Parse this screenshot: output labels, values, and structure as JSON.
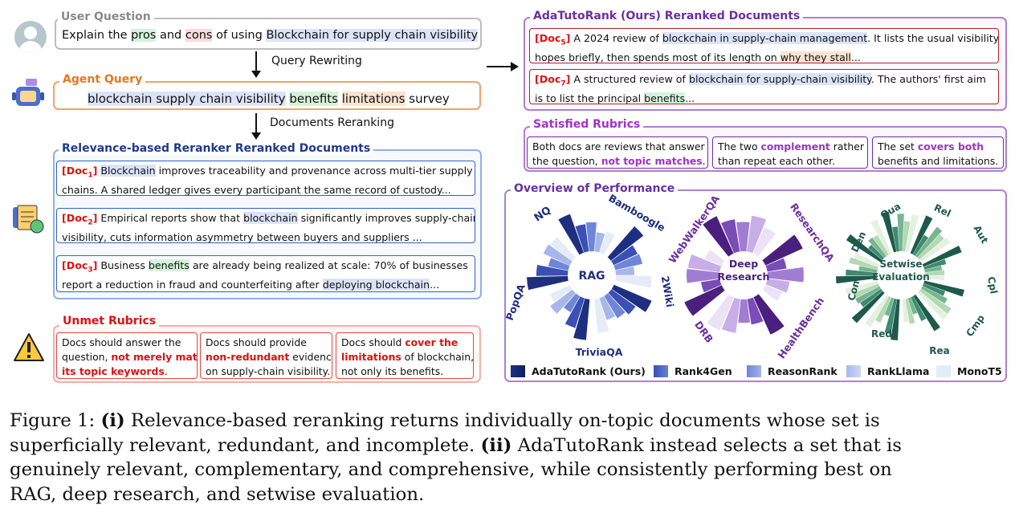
{
  "user_question": {
    "title": "User Question",
    "text_1": "Explain the ",
    "pros": "pros",
    "text_2": " and ",
    "cons": "cons",
    "text_3": " of using ",
    "topic": "Blockchain for supply chain visibility"
  },
  "arrow_1_label": "Query Rewriting",
  "agent_query": {
    "title": "Agent Query",
    "part_1": "blockchain supply chain visibility",
    "part_2": "benefits",
    "part_3": "limitations",
    "part_4": "survey"
  },
  "arrow_2_label": "Documents Reranking",
  "relevance": {
    "title": "Relevance-based Reranker Reranked Documents",
    "docs": [
      {
        "tag": "Doc",
        "sub": "1",
        "hl": "Blockchain",
        "rest": " improves traceability and provenance across multi-tier supply",
        "line2": "chains. A shared ledger gives every participant the same record of custody..."
      },
      {
        "tag": "Doc",
        "sub": "2",
        "pre": " Empirical reports show that ",
        "hl": "blockchain",
        "rest": " significantly improves supply-chain",
        "line2": "visibility, cuts information asymmetry between buyers and suppliers ..."
      },
      {
        "tag": "Doc",
        "sub": "3",
        "pre": " Business ",
        "hl": "benefits",
        "rest": " are already being realized at scale: 70% of businesses",
        "line2_pre": "report a reduction in fraud and counterfeiting after ",
        "line2_hl": "deploying blockchain",
        "line2_post": "..."
      }
    ]
  },
  "unmet": {
    "title": "Unmet Rubrics",
    "items": [
      {
        "l1": "Docs should answer the",
        "l2a": "question, ",
        "l2b": "not merely match",
        "l3a": "its topic keywords",
        "l3b": "."
      },
      {
        "l1": "Docs should provide",
        "l2b": "non-redundant",
        "l2c": " evidence",
        "l3": "on supply-chain visibility."
      },
      {
        "l1a": "Docs should ",
        "l1b": "cover the",
        "l2b": "limitations",
        "l2c": " of blockchain,",
        "l3": "not only its benefits."
      }
    ]
  },
  "ada": {
    "title": "AdaTutoRank (Ours) Reranked Documents",
    "docs": [
      {
        "tag": "Doc",
        "sub": "5",
        "pre": " A 2024 review of ",
        "hl": "blockchain in supply-chain management",
        "post": ". It lists the usual visibility",
        "line2_pre": "hopes briefly, then spends most of its length on ",
        "line2_hl": "why they stall",
        "line2_post": "..."
      },
      {
        "tag": "Doc",
        "sub": "7",
        "pre": " A structured review of ",
        "hl": "blockchain for supply-chain visibility",
        "post": ". The authors' first aim",
        "line2_pre": "is to list the principal ",
        "line2_hl": "benefits",
        "line2_post": "..."
      }
    ]
  },
  "satisfied": {
    "title": "Satisfied Rubrics",
    "items": [
      {
        "l1": "Both docs are reviews that answer",
        "l2a": "the question, ",
        "l2b": "not topic matches",
        "l2c": "."
      },
      {
        "l1a": "The two ",
        "l1b": "complement",
        "l1c": " rather",
        "l2": "than repeat each other."
      },
      {
        "l1a": "The set ",
        "l1b": "covers both",
        "l2": "benefits and limitations."
      }
    ]
  },
  "performance": {
    "title": "Overview of Performance",
    "rag": {
      "center": "RAG",
      "labels": [
        "NQ",
        "Bamboogle",
        "2Wiki",
        "TriviaQA",
        "PopQA"
      ]
    },
    "deep": {
      "center_1": "Deep",
      "center_2": "Research",
      "labels": [
        "WebWalkerQA",
        "ResearchQA",
        "HealthBench",
        "DRB"
      ]
    },
    "setwise": {
      "center_1": "Setwise",
      "center_2": "Evaluation",
      "labels": [
        "Qua",
        "Rel",
        "Aut",
        "Cpl",
        "Cmp",
        "Rea",
        "Red",
        "Con",
        "Den"
      ]
    },
    "legend": [
      "AdaTutoRank (Ours)",
      "Rank4Gen",
      "ReasonRank",
      "RankLlama",
      "MonoT5"
    ]
  },
  "colors": {
    "navy": "#1e2f80",
    "purple": "#4a1f7e",
    "teal": "#1e5a4a",
    "panel_purple": "#b07fd0",
    "panel_blue": "#5b8bd6",
    "panel_orange": "#f0a36a",
    "panel_red": "#e8796f"
  },
  "caption": {
    "l1_b": "(i)",
    "l1": " Relevance-based reranking returns individually on-topic documents whose set is",
    "l2a": "superficially relevant, redundant, and incomplete. ",
    "l2_b": "(ii)",
    "l2c": " AdaTutoRank instead selects a set that is",
    "l3": "genuinely relevant, complementary, and comprehensive, while consistently performing best on",
    "l4": "RAG, deep research, and setwise evaluation.",
    "prefix": "Figure 1: "
  }
}
